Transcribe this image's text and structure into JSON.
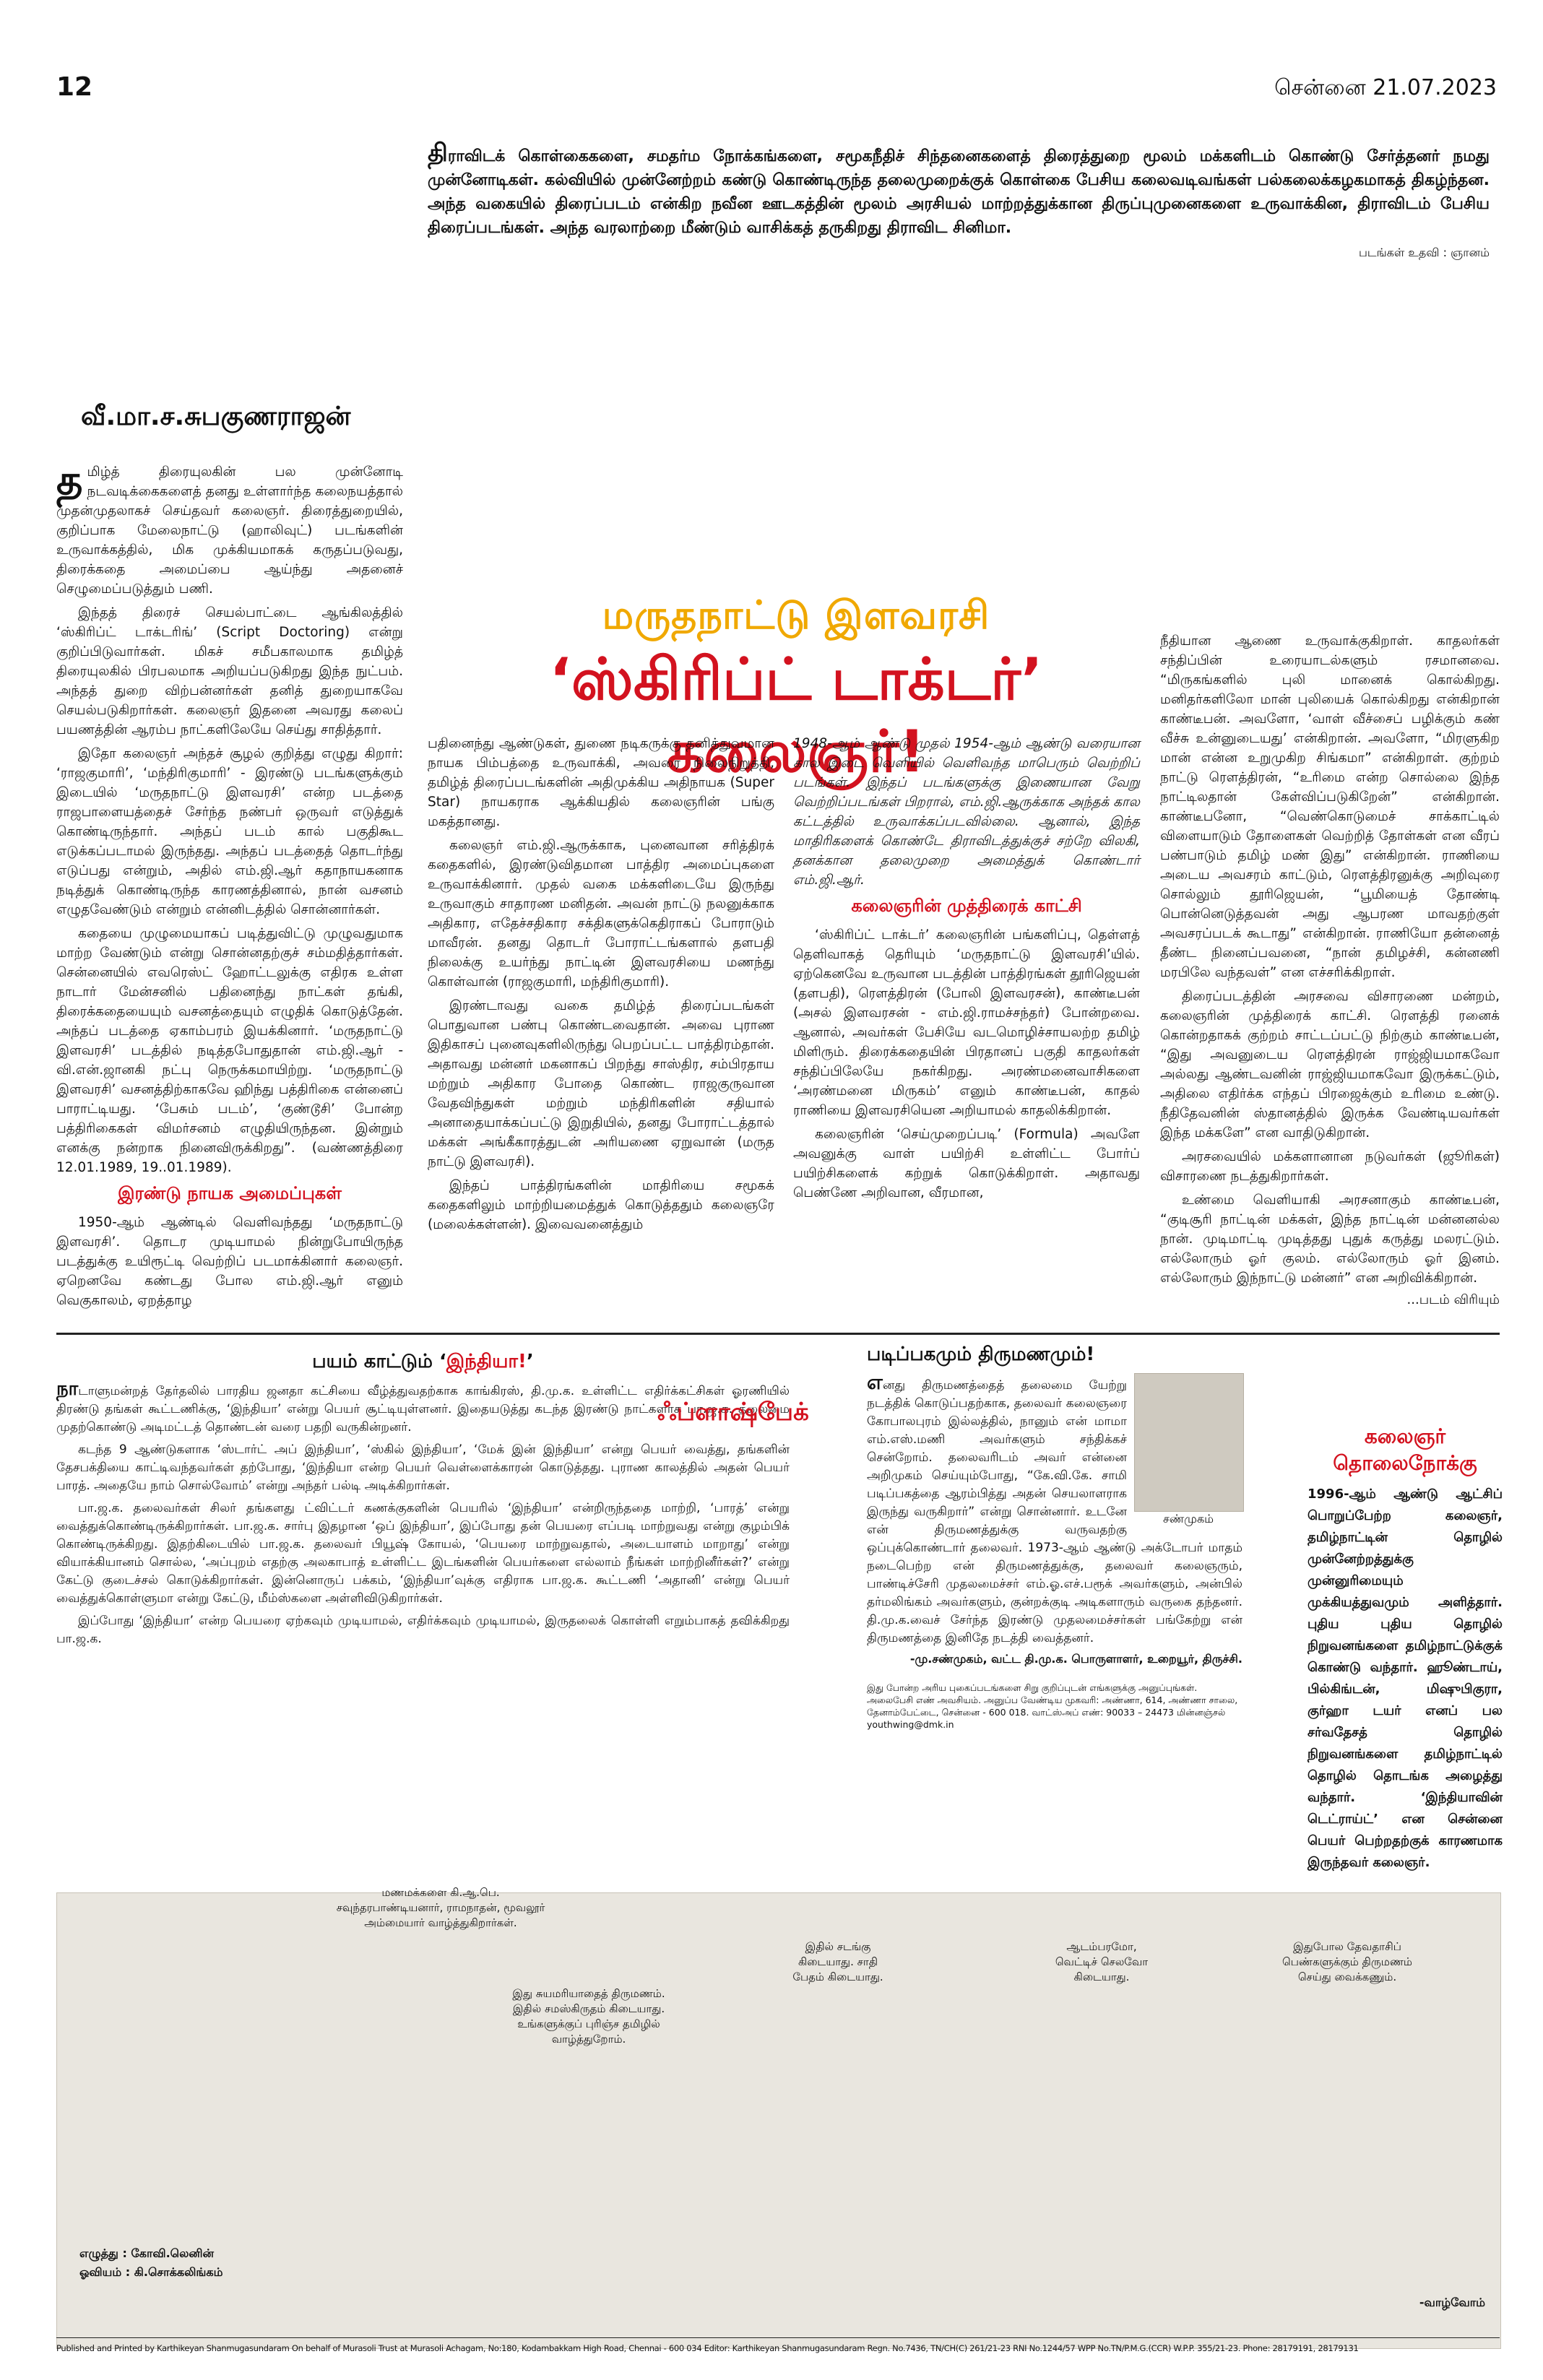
{
  "header": {
    "page_number": "12",
    "dateline": "சென்னை 21.07.2023"
  },
  "intro": {
    "dropcap": "தி",
    "text": "ராவிடக் கொள்கைகளை, சமதர்ம நோக்கங்களை, சமூகநீதிச் சிந்தனைகளைத் திரைத்துறை மூலம் மக்களிடம் கொண்டு சேர்த்தனர் நமது முன்னோடிகள். கல்வியில் முன்னேற்றம் கண்டு கொண்டிருந்த தலைமுறைக்குக் கொள்கை பேசிய கலைவடிவங்கள் பல்கலைக்கழகமாகத் திகழ்ந்தன. அந்த வகையில் திரைப்படம் என்கிற நவீன ஊடகத்தின் மூலம் அரசியல் மாற்றத்துக்கான திருப்புமுனைகளை உருவாக்கின, திராவிடம் பேசிய திரைப்படங்கள். அந்த வரலாற்றை மீண்டும் வாசிக்கத் தருகிறது திராவிட சினிமா.",
    "photo_credit": "படங்கள் உதவி : ஞானம்"
  },
  "author": "வீ.மா.ச.சுபகுணராஜன்",
  "headline": {
    "kicker": "மருதநாட்டு இளவரசி",
    "main": "‘ஸ்கிரிப்ட் டாக்டர்’ கலைஞர்!"
  },
  "col1": {
    "dropcap": "த",
    "paras": [
      "மிழ்த் திரையுலகின் பல முன்னோடி நடவடிக்கைகளைத் தனது உள்ளார்ந்த கலைநயத்தால் முதன்முதலாகச் செய்தவர் கலைஞர். திரைத்துறையில், குறிப்பாக மேலைநாட்டு (ஹாலிவுட்) படங்களின் உருவாக்கத்தில், மிக முக்கியமாகக் கருதப்படுவது, திரைக்கதை அமைப்பை ஆய்ந்து அதனைச் செழுமைப்படுத்தும் பணி.",
      "இந்தத் திரைச் செயல்பாட்டை ஆங்கிலத்தில் ‘ஸ்கிரிப்ட் டாக்டரிங்’ (Script Doctoring) என்று குறிப்பிடுவார்கள். மிகச் சமீபகாலமாக தமிழ்த் திரையுலகில் பிரபலமாக அறியப்படுகிறது இந்த நுட்பம். அந்தத் துறை விற்பன்னர்கள் தனித் துறையாகவே செயல்படுகிறார்கள். கலைஞர் இதனை அவரது கலைப் பயணத்தின் ஆரம்ப நாட்களிலேயே செய்து சாதித்தார்.",
      "இதோ கலைஞர் அந்தச் சூழல் குறித்து எழுது கிறார்: ‘ராஜகுமாரி’, ‘மந்திரிகுமாரி’ - இரண்டு படங்களுக்கும் இடையில் ‘மருதநாட்டு இளவரசி’ என்ற படத்தை ராஜபாளையத்தைச் சேர்ந்த நண்பர் ஒருவர் எடுத்துக் கொண்டிருந்தார். அந்தப் படம் கால் பகுதிகூட எடுக்கப்படாமல் இருந்தது. அந்தப் படத்தைத் தொடர்ந்து எடுப்பது என்றும், அதில் எம்.ஜி.ஆர் கதாநாயகனாக நடித்துக் கொண்டிருந்த காரணத்தினால், நான் வசனம் எழுதவேண்டும் என்றும் என்னிடத்தில் சொன்னார்கள்.",
      "கதையை முழுமையாகப் படித்துவிட்டு முழுவதுமாக மாற்ற வேண்டும் என்று சொன்னதற்குச் சம்மதித்தார்கள். சென்னையில் எவரெஸ்ட் ஹோட்டலுக்கு எதிரக உள்ள நாடார் மேன்சனில் பதினைந்து நாட்கள் தங்கி, திரைக்கதையையும் வசனத்தையும் எழுதிக் கொடுத்தேன். அந்தப் படத்தை ஏகாம்பரம் இயக்கினார். ‘மருதநாட்டு இளவரசி’ படத்தில் நடித்தபோதுதான் எம்.ஜி.ஆர் - வி.என்.ஜானகி நட்பு நெருக்கமாயிற்று. ‘மருதநாட்டு இளவரசி’ வசனத்திற்காகவே ஹிந்து பத்திரிகை என்னைப் பாராட்டியது. ‘பேசும் படம்’, ‘குண்டூசி’ போன்ற பத்திரிகைகள் விமர்சனம் எழுதியிருந்தன. இன்றும் எனக்கு நன்றாக நினைவிருக்கிறது”. (வண்ணத்திரை 12.01.1989, 19..01.1989)."
    ],
    "subhead": "இரண்டு நாயக அமைப்புகள்",
    "after_paras": [
      "1950-ஆம் ஆண்டில் வெளிவந்தது ‘மருதநாட்டு இளவரசி’. தொடர முடியாமல் நின்றுபோயிருந்த படத்துக்கு உயிரூட்டி வெற்றிப் படமாக்கினார் கலைஞர். ஏறெனவே கண்டது போல எம்.ஜி.ஆர் எனும் வெகுகாலம், ஏறத்தாழ"
    ]
  },
  "col2": {
    "paras": [
      "பதினைந்து ஆண்டுகள், துணை நடிகருக்கு தனித்துவமான நாயக பிம்பத்தை உருவாக்கி, அவரை நிலைநிறுத்தி, தமிழ்த் திரைப்படங்களின் அதிமுக்கிய அதிநாயக (Super Star) நாயகராக ஆக்கியதில் கலைஞரின் பங்கு மகத்தானது.",
      "கலைஞர் எம்.ஜி.ஆருக்காக, புனைவான சரித்திரக் கதைகளில், இரண்டுவிதமான பாத்திர அமைப்புகளை உருவாக்கினார். முதல் வகை மக்களிடையே இருந்து உருவாகும் சாதாரண மனிதன். அவன் நாட்டு நலனுக்காக அதிகார, எதேச்சதிகார சக்திகளுக்கெதிராகப் போராடும் மாவீரன். தனது தொடர் போராட்டங்களால் தளபதி நிலைக்கு உயர்ந்து நாட்டின் இளவரசியை மணந்து கொள்வான் (ராஜகுமாரி, மந்திரிகுமாரி).",
      "இரண்டாவது வகை தமிழ்த் திரைப்படங்கள் பொதுவான பண்பு கொண்டவைதான். அவை புராண இதிகாசப் புனைவுகளிலிருந்து பெறப்பட்ட பாத்திரம்தான். அதாவது மன்னர் மகனாகப் பிறந்து சாஸ்திர, சம்பிரதாய மற்றும் அதிகார போதை கொண்ட ராஜகுருவான வேதவிந்துகள் மற்றும் மந்திரிகளின் சதியால் அனாதையாக்கப்பட்டு இறுதியில், தனது போராட்டத்தால் மக்கள் அங்கீகாரத்துடன் அரியணை ஏறுவான் (மருத நாட்டு இளவரசி).",
      "இந்தப் பாத்திரங்களின் மாதிரியை சமூகக் கதைகளிலும் மாற்றியமைத்துக் கொடுத்ததும் கலைஞரே (மலைக்கள்ளன்). இவைவனைத்தும்"
    ]
  },
  "col3": {
    "paras": [
      "1948-ஆம் ஆண்டு முதல் 1954-ஆம் ஆண்டு வரையான கால இடை வெளியில் வெளிவந்த மாபெரும் வெற்றிப் படங்கள். இந்தப் படங்களுக்கு இணையான வேறு வெற்றிப்படங்கள் பிறரால், எம்.ஜி.ஆருக்காக அந்தக் கால கட்டத்தில் உருவாக்கப்படவில்லை. ஆனால், இந்த மாதிரிகளைக் கொண்டே திராவிடத்துக்குச் சற்றே விலகி, தனக்கான தலைமுறை அமைத்துக் கொண்டார் எம்.ஜி.ஆர்."
    ],
    "subhead": "கலைஞரின் முத்திரைக் காட்சி",
    "after_paras": [
      "‘ஸ்கிரிப்ட் டாக்டர்’ கலைஞரின் பங்களிப்பு, தெள்ளத் தெளிவாகத் தெரியும் ‘மருதநாட்டு இளவரசி’யில். ஏற்கெனவே உருவான படத்தின் பாத்திரங்கள் தூரிஜெயன் (தளபதி), ரௌத்திரன் (போலி இளவரசன்), காண்டீபன் (அசல் இளவரசன் - எம்.ஜி.ராமச்சந்தர்) போன்றவை. ஆனால், அவர்கள் பேசியே வடமொழிச்சாயலற்ற தமிழ் மிளிரும். திரைக்கதையின் பிரதானப் பகுதி காதலர்கள் சந்திப்பிலேயே நகர்கிறது. அரண்மனைவாசிகளை ‘அரண்மனை மிருகம்’ எனும் காண்டீபன், காதல் ராணியை இளவரசியென அறியாமல் காதலிக்கிறான்.",
      "கலைஞரின் ‘செய்முறைப்படி’ (Formula) அவளே அவனுக்கு வாள் பயிற்சி உள்ளிட்ட போர்ப் பயிற்சிகளைக் கற்றுக் கொடுக்கிறாள். அதாவது பெண்ணே அறிவான, வீரமான,"
    ]
  },
  "col4": {
    "paras": [
      "நீதியான ஆணை உருவாக்குகிறாள். காதலர்கள் சந்திப்பின் உரையாடல்களும் ரசமானவை. “மிருகங்களில் புலி மானைக் கொல்கிறது. மனிதர்களிலோ மான் புலியைக் கொல்கிறது என்கிறான் காண்டீபன். அவளோ, ‘வாள் வீச்சைப் பழிக்கும் கண் வீச்சு உன்னுடையது’ என்கிறான். அவளோ, “மிரளுகிற மான் என்ன உறுமுகிற சிங்கமா” என்கிறாள். குற்றம் நாட்டு ரௌத்திரன், “உரிமை என்ற சொல்லை இந்த நாட்டிலதான் கேள்விப்படுகிறேன்” என்கிறான். காண்டீபனோ, “வெண்கொடுமைச் சாக்காட்டில் விளையாடும் தோளைகள் வெற்றித் தோள்கள் என வீரப் பண்பாடும் தமிழ் மண் இது” என்கிறான். ராணியை அடைய அவசரம் காட்டும், ரௌத்திரனுக்கு அறிவுரை சொல்லும் தூரிஜெயன், “பூமியைத் தோண்டி பொன்னெடுத்தவன் அது ஆபரண மாவதற்குள் அவசரப்படக் கூடாது” என்கிறான். ராணியோ தன்னைத் தீண்ட நினைப்பவனை, “நான் தமிழச்சி, கன்னணி மரபிலே வந்தவள்” என எச்சரிக்கிறாள்.",
      "திரைப்படத்தின் அரசவை விசாரணை மன்றம், கலைஞரின் முத்திரைக் காட்சி. ரௌத்தி ரனைக் கொன்றதாகக் குற்றம் சாட்டப்பட்டு நிற்கும் காண்டீபன், “இது அவனுடைய ரௌத்திரன் ராஜ்ஜியமாகவோ அல்லது ஆண்டவனின் ராஜ்ஜியமாகவோ இருக்கட்டும், அதிலை எதிர்க்க எந்தப் பிரஜைக்கும் உரிமை உண்டு. நீதிதேவனின் ஸ்தானத்தில் இருக்க வேண்டியவர்கள் இந்த மக்களே” என வாதிடுகிறான்.",
      "அரசவையில் மக்களானான நடுவர்கள் (ஜூரிகள்) விசாரணை நடத்துகிறார்கள்.",
      "உண்மை வெளியாகி அரசனாகும் காண்டீபன், “குடிசூரி நாட்டின் மக்கள், இந்த நாட்டின் மன்னனல்ல நான். முடிமாட்டி முடித்தது புதுக் கருத்து மலரட்டும். எல்லோரும் ஓர் குலம். எல்லோரும் ஓர் இனம். எல்லோரும் இந்நாட்டு மன்னர்” என அறிவிக்கிறான்."
    ],
    "continued": "...படம் விரியும்"
  },
  "india_box": {
    "title_a": "பயம் காட்டும் ‘",
    "title_b": "இந்தியா!",
    "title_c": "’",
    "dropcap": "நா",
    "paras": [
      "டாளுமன்றத் தேர்தலில் பாரதிய ஜனதா கட்சியை வீழ்த்துவதற்காக காங்கிரஸ், தி.மு.க. உள்ளிட்ட எதிர்க்கட்சிகள் ஓரணியில் திரண்டு தங்கள் கூட்டணிக்கு, ‘இந்தியா’ என்று பெயர் சூட்டியுள்ளனர். இதையடுத்து கடந்த இரண்டு நாட்களாக பா.ஜ.க. தலைமை முதற்கொண்டு அடிமட்டத் தொண்டன் வரை பதறி வருகின்றனர்.",
      "கடந்த 9 ஆண்டுகளாக ‘ஸ்டார்ட் அப் இந்தியா’, ‘ஸ்கில் இந்தியா’, ‘மேக் இன் இந்தியா’ என்று பெயர் வைத்து, தங்களின் தேசபக்தியை காட்டிவந்தவர்கள் தற்போது, ‘இந்தியா என்ற பெயர் வெள்ளைக்காரன் கொடுத்தது. புராண காலத்தில் அதன் பெயர் பாரத். அதையே நாம் சொல்வோம்’ என்று அந்தர் பல்டி அடிக்கிறார்கள்.",
      "பா.ஜ.க. தலைவர்கள் சிலர் தங்களது ட்விட்டர் கணக்குகளின் பெயரில் ‘இந்தியா’ என்றிருந்ததை மாற்றி, ‘பாரத்’ என்று வைத்துக்கொண்டிருக்கிறார்கள். பா.ஜ.க. சார்பு இதழான ‘ஒப் இந்தியா’, இப்போது தன் பெயரை எப்படி மாற்றுவது என்று குழம்பிக் கொண்டிருக்கிறது. இதற்கிடையில் பா.ஜ.க. தலைவர் பியூஷ் கோயல், ‘பெயரை மாற்றுவதால், அடையாளம் மாறாது’ என்று வியாக்கியானம் சொல்ல, ‘அப்புறம் எதற்கு அலகாபாத் உள்ளிட்ட இடங்களின் பெயர்களை எல்லாம் நீங்கள் மாற்றினீர்கள்?’ என்று கேட்டு குடைச்சல் கொடுக்கிறார்கள். இன்னொருப் பக்கம், ‘இந்தியா’வுக்கு எதிராக பா.ஜ.க. கூட்டணி ‘அதானி’ என்று பெயர் வைத்துக்கொள்ளுமா என்று கேட்டு, மீம்ஸ்களை அள்ளிவிடுகிறார்கள்.",
      "இப்போது ‘இந்தியா’ என்ற பெயரை ஏற்கவும் முடியாமல், எதிர்க்கவும் முடியாமல், இருதலைக் கொள்ளி எறும்பாகத் தவிக்கிறது பா.ஜ.க."
    ]
  },
  "flashback": {
    "title": "ஃப்ளாஷ்பேக்"
  },
  "marriage_box": {
    "title": "படிப்பகமும் திருமணமும்!",
    "dropcap": "எ",
    "paras": [
      "னது திருமணத்தைத் தலைமை யேற்று நடத்திக் கொடுப்பதற்காக, தலைவர் கலைஞரை கோபாலபுரம் இல்லத்தில், நானும் என் மாமா எம்.எஸ்.மணி அவர்களும் சந்திக்கச் சென்றோம். தலைவரிடம் அவர் என்னை அறிமுகம் செய்யும்போது, “கே.வி.கே. சாமி படிப்பகத்தை ஆரம்பித்து அதன் செயலாளராக இருந்து வருகிறார்” என்று சொன்னார். உடனே என் திருமணத்துக்கு வருவதற்கு ஒப்புக்கொண்டார் தலைவர். 1973-ஆம் ஆண்டு அக்டோபர் மாதம் நடைபெற்ற என் திருமணத்துக்கு, தலைவர் கலைஞரும், பாண்டிச்சேரி முதலமைச்சர் எம்.ஓ.எச்.பரூக் அவர்களும், அன்பில் தர்மலிங்கம் அவர்களும், குன்றக்குடி அடிகளாரும் வருகை தந்தனர். தி.மு.க.வைச் சேர்ந்த இரண்டு முதலமைச்சர்கள் பங்கேற்று என் திருமணத்தை இனிதே நடத்தி வைத்தனர்."
    ],
    "signature": "-மு.சண்முகம், வட்ட தி.மு.க. பொருளாளர், உறையூர், திருச்சி.",
    "portrait_caption": "சண்முகம்",
    "footnote": "இது போன்ற அரிய புகைப்படங்களை சிறு குறிப்புடன் எங்களுக்கு அனுப்புங்கள். அலைபேசி எண் அவசியம். அனுப்ப வேண்டிய முகவரி: அண்ணா, 614, அண்ணா சாலை, தேனாம்பேட்டை, சென்னை - 600 018. வாட்ஸ்அப் எண்: 90033 – 24473 மின்னஞ்சல் youthwing@dmk.in"
  },
  "tv_box": {
    "title1": "கலைஞர்",
    "title2": "தொலைநோக்கு",
    "text": "1996-ஆம் ஆண்டு ஆட்சிப் பொறுப்பேற்ற கலைஞர், தமிழ்நாட்டின் தொழில் முன்னேற்றத்துக்கு முன்னுரிமையும் முக்கியத்துவமும் அளித்தார். புதிய புதிய தொழில் நிறுவனங்களை தமிழ்நாட்டுக்குக் கொண்டு வந்தார். ஹூண்டாய், பில்கிங்டன், மிஷுபிகுரா, குர்ஹா டயர் எனப் பல சர்வதேசத் தொழில் நிறுவனங்களை தமிழ்நாட்டில் தொழில் தொடங்க அழைத்து வந்தார். ‘இந்தியாவின் டெட்ராய்ட்’ என சென்னை பெயர் பெற்றதற்குக் காரணமாக இருந்தவர் கலைஞர்."
  },
  "cartoon": {
    "bubble1": "மணமக்களை கி.ஆ.பெ. சவுந்தரபாண்டியனார், ராமநாதன், மூவலூர் அம்மையார் வாழ்த்துகிறார்கள்.",
    "bubble2": "இது சுயமரியாதைத் திருமணம். இதில் சமஸ்கிருதம் கிடையாது. உங்களுக்குப் புரிஞ்ச தமிழில் வாழ்த்துறோம்.",
    "bubble3": "இதில் சடங்கு கிடையாது. சாதி பேதம் கிடையாது.",
    "bubble4": "ஆடம்பரமோ, வெட்டிச் செலவோ கிடையாது.",
    "bubble5": "இதுபோல தேவதாசிப் பெண்களுக்கும் திருமணம் செய்து வைக்கணும்.",
    "credit1": "எழுத்து : கோவி.லெனின்",
    "credit2": "ஓவியம் : கி.சொக்கலிங்கம்",
    "continued": "-வாழ்வோம்"
  },
  "imprint": "Published and Printed by Karthikeyan Shanmugasundaram On behalf of Murasoli Trust at Murasoli Achagam, No:180, Kodambakkam High Road, Chennai - 600 034 Editor: Karthikeyan Shanmugasundaram Regn. No.7436, TN/CH(C) 261/21-23 RNI No.1244/57 WPP No.TN/P.M.G.(CCR) W.P.P. 355/21-23. Phone: 28179191, 28179131",
  "colors": {
    "accent_red": "#d3121f",
    "headline_yellow": "#f0a800"
  }
}
